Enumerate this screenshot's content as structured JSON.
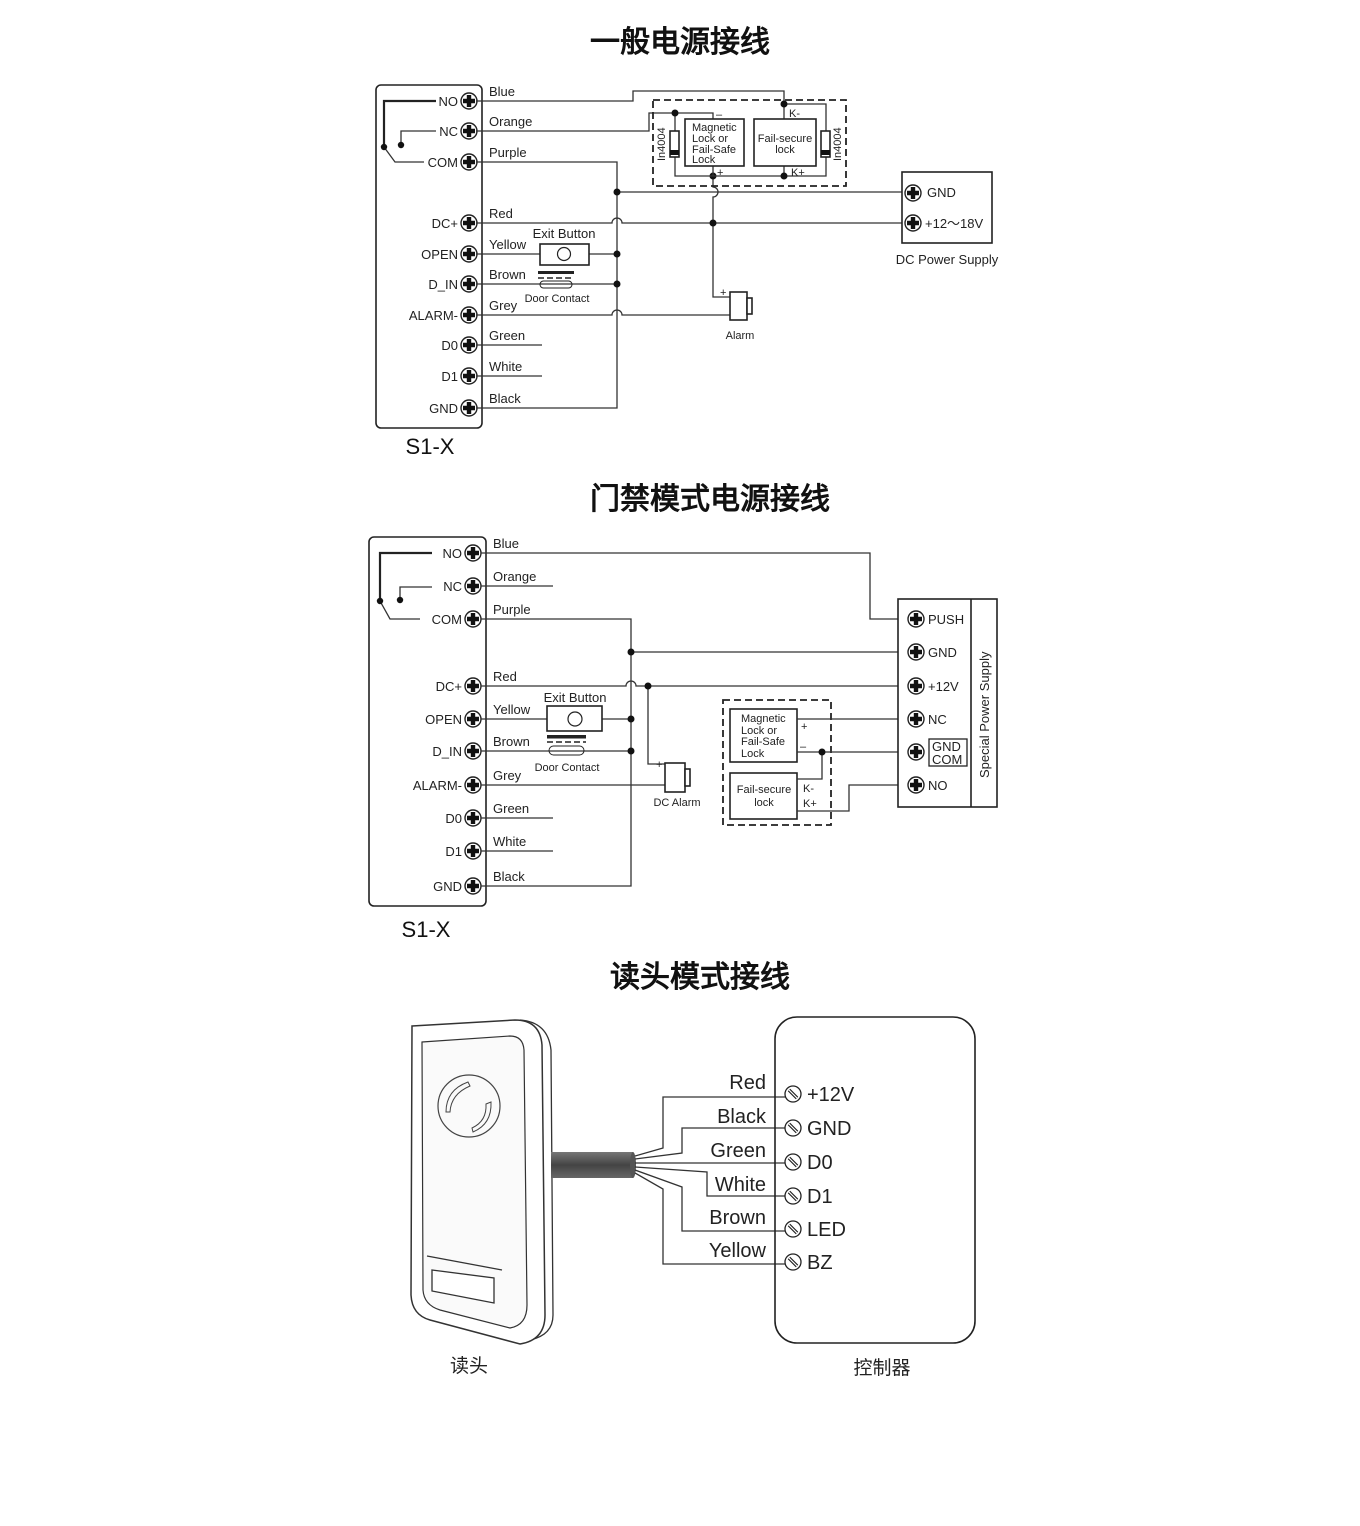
{
  "sections": {
    "general": {
      "title": "一般电源接线",
      "model": "S1-X",
      "terminals": [
        {
          "pin": "NO",
          "wire": "Blue"
        },
        {
          "pin": "NC",
          "wire": "Orange"
        },
        {
          "pin": "COM",
          "wire": "Purple"
        },
        {
          "pin": "DC+",
          "wire": "Red"
        },
        {
          "pin": "OPEN",
          "wire": "Yellow"
        },
        {
          "pin": "D_IN",
          "wire": "Brown"
        },
        {
          "pin": "ALARM-",
          "wire": "Grey"
        },
        {
          "pin": "D0",
          "wire": "Green"
        },
        {
          "pin": "D1",
          "wire": "White"
        },
        {
          "pin": "GND",
          "wire": "Black"
        }
      ],
      "exit_button": "Exit Button",
      "door_contact": "Door Contact",
      "alarm": "Alarm",
      "alarm_plus": "+",
      "alarm_minus": "-",
      "lock1": [
        "Magnetic",
        "Lock or",
        "Fail-Safe",
        "Lock"
      ],
      "lock2": [
        "Fail-secure",
        "lock"
      ],
      "diode": "In4004",
      "lock_minus": "–",
      "lock_plus": "+",
      "k_minus": "K-",
      "k_plus": "K+",
      "psu_title": "DC Power Supply",
      "psu_gnd": "GND",
      "psu_v": "+12～18V"
    },
    "access": {
      "title": "门禁模式电源接线",
      "model": "S1-X",
      "terminals": [
        {
          "pin": "NO",
          "wire": "Blue"
        },
        {
          "pin": "NC",
          "wire": "Orange"
        },
        {
          "pin": "COM",
          "wire": "Purple"
        },
        {
          "pin": "DC+",
          "wire": "Red"
        },
        {
          "pin": "OPEN",
          "wire": "Yellow"
        },
        {
          "pin": "D_IN",
          "wire": "Brown"
        },
        {
          "pin": "ALARM-",
          "wire": "Grey"
        },
        {
          "pin": "D0",
          "wire": "Green"
        },
        {
          "pin": "D1",
          "wire": "White"
        },
        {
          "pin": "GND",
          "wire": "Black"
        }
      ],
      "exit_button": "Exit Button",
      "door_contact": "Door Contact",
      "alarm": "DC Alarm",
      "lock1": [
        "Magnetic",
        "Lock or",
        "Fail-Safe",
        "Lock"
      ],
      "lock2": [
        "Fail-secure",
        "lock"
      ],
      "k_minus": "K-",
      "k_plus": "K+",
      "psu_title": "Special Power Supply",
      "psu_terminals": [
        "PUSH",
        "GND",
        "+12V",
        "NC",
        "GND",
        "COM",
        "NO"
      ]
    },
    "reader": {
      "title": "读头模式接线",
      "wires": [
        {
          "wire": "Red",
          "pin": "+12V"
        },
        {
          "wire": "Black",
          "pin": "GND"
        },
        {
          "wire": "Green",
          "pin": "D0"
        },
        {
          "wire": "White",
          "pin": "D1"
        },
        {
          "wire": "Brown",
          "pin": "LED"
        },
        {
          "wire": "Yellow",
          "pin": "BZ"
        }
      ],
      "reader_caption": "读头",
      "controller_caption": "控制器"
    }
  }
}
